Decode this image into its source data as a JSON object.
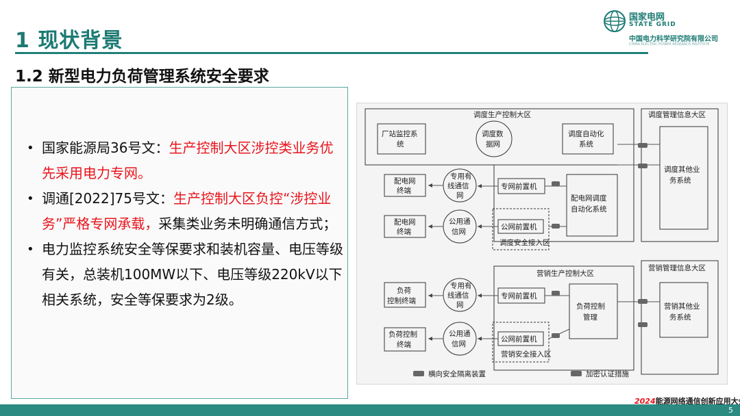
{
  "title": "1 现状背景",
  "subtitle": "1.2 新型电力负荷管理系统安全要求",
  "logo": {
    "name_cn": "国家电网",
    "name_en": "STATE GRID",
    "org_cn": "中国电力科学研究院有限公司",
    "org_en": "CHINA ELECTRIC POWER RESEARCH INSTITUTE"
  },
  "bullets": [
    {
      "normal_1": "国家能源局36号文：",
      "red": "生产控制大区涉控类业务优先采用电力专网。",
      "normal_2": ""
    },
    {
      "normal_1": "调通[2022]75号文：",
      "red": "生产控制大区负控“涉控业务”严格专网承载，",
      "normal_2": "采集类业务未明确通信方式；"
    },
    {
      "normal_1": "电力监控系统安全等保要求和装机容量、电压等级有关，总装机100MW以下、电压等级220kV以下相关系统，安全等保要求为2级。",
      "red": "",
      "normal_2": ""
    }
  ],
  "diagram": {
    "dispatch_prod_zone": "调度生产控制大区",
    "dispatch_mgmt_zone": "调度管理信息大区",
    "plant_monitor": [
      "厂站监控系",
      "统"
    ],
    "dispatch_data_net": [
      "调度数",
      "据网"
    ],
    "dispatch_auto": [
      "调度自动化",
      "系统"
    ],
    "dispatch_other": [
      "调度其他业",
      "务系统"
    ],
    "dist_terminal_1": [
      "配电网",
      "终端"
    ],
    "dist_terminal_2": [
      "配电网",
      "终端"
    ],
    "private_comm_net_1": [
      "专用有",
      "线通信",
      "网"
    ],
    "public_comm_net_1": [
      "公用通",
      "信网"
    ],
    "private_front_1": "专网前置机",
    "public_front_1": "公网前置机",
    "dispatch_secure_access": "调度安全接入区",
    "dist_dispatch_auto": [
      "配电网调度",
      "自动化系统"
    ],
    "market_prod_zone": "营销生产控制大区",
    "market_mgmt_zone": "营销管理信息大区",
    "load_ctrl_terminal_1": [
      "负荷",
      "控制终端"
    ],
    "load_ctrl_terminal_2": [
      "负荷控制",
      "终端"
    ],
    "private_comm_net_2": [
      "专用有",
      "线通信",
      "网"
    ],
    "public_comm_net_2": [
      "公用通",
      "信网"
    ],
    "private_front_2": "专网前置机",
    "public_front_2": "公网前置机",
    "market_secure_access": "营销安全接入区",
    "load_ctrl_mgmt": [
      "负荷控制",
      "管理"
    ],
    "market_other": [
      "营销其他业",
      "务系统"
    ],
    "legend_isolation": "横向安全隔离装置",
    "legend_encryption": "加密认证措施"
  },
  "footer": {
    "event_year": "2024",
    "event_text": "能源网络通信创新应用大会",
    "page": "5"
  }
}
